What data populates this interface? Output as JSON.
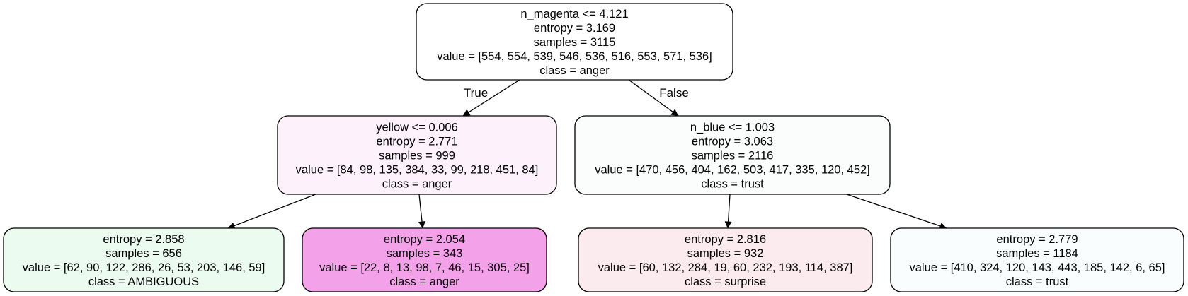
{
  "tree": {
    "nodes": [
      {
        "id": "root",
        "lines": [
          "n_magenta <= 4.121",
          "entropy = 3.169",
          "samples = 3115",
          "value = [554, 554, 539, 546, 536, 516, 553, 571, 536]",
          "class = anger"
        ],
        "fill": "#ffffff"
      },
      {
        "id": "left",
        "lines": [
          "yellow <= 0.006",
          "entropy = 2.771",
          "samples = 999",
          "value = [84, 98, 135, 384, 33, 99, 218, 451, 84]",
          "class = anger"
        ],
        "fill": "#fdf2fb"
      },
      {
        "id": "right",
        "lines": [
          "n_blue <= 1.003",
          "entropy = 3.063",
          "samples = 2116",
          "value = [470, 456, 404, 162, 503, 417, 335, 120, 452]",
          "class = trust"
        ],
        "fill": "#fafdfc"
      },
      {
        "id": "leaf1",
        "lines": [
          "entropy = 2.858",
          "samples = 656",
          "value = [62, 90, 122, 286, 26, 53, 203, 146, 59]",
          "class = AMBIGUOUS"
        ],
        "fill": "#ebfbf0"
      },
      {
        "id": "leaf2",
        "lines": [
          "entropy = 2.054",
          "samples = 343",
          "value = [22, 8, 13, 98, 7, 46, 15, 305, 25]",
          "class = anger"
        ],
        "fill": "#f3a2ea"
      },
      {
        "id": "leaf3",
        "lines": [
          "entropy = 2.816",
          "samples = 932",
          "value = [60, 132, 284, 19, 60, 232, 193, 114, 387]",
          "class = surprise"
        ],
        "fill": "#fcebee"
      },
      {
        "id": "leaf4",
        "lines": [
          "entropy = 2.779",
          "samples = 1184",
          "value = [410, 324, 120, 143, 443, 185, 142, 6, 65]",
          "class = trust"
        ],
        "fill": "#f9fdfd"
      }
    ],
    "edges": [
      {
        "from": "root",
        "to": "left",
        "label": "True"
      },
      {
        "from": "root",
        "to": "right",
        "label": "False"
      },
      {
        "from": "left",
        "to": "leaf1",
        "label": ""
      },
      {
        "from": "left",
        "to": "leaf2",
        "label": ""
      },
      {
        "from": "right",
        "to": "leaf3",
        "label": ""
      },
      {
        "from": "right",
        "to": "leaf4",
        "label": ""
      }
    ]
  }
}
